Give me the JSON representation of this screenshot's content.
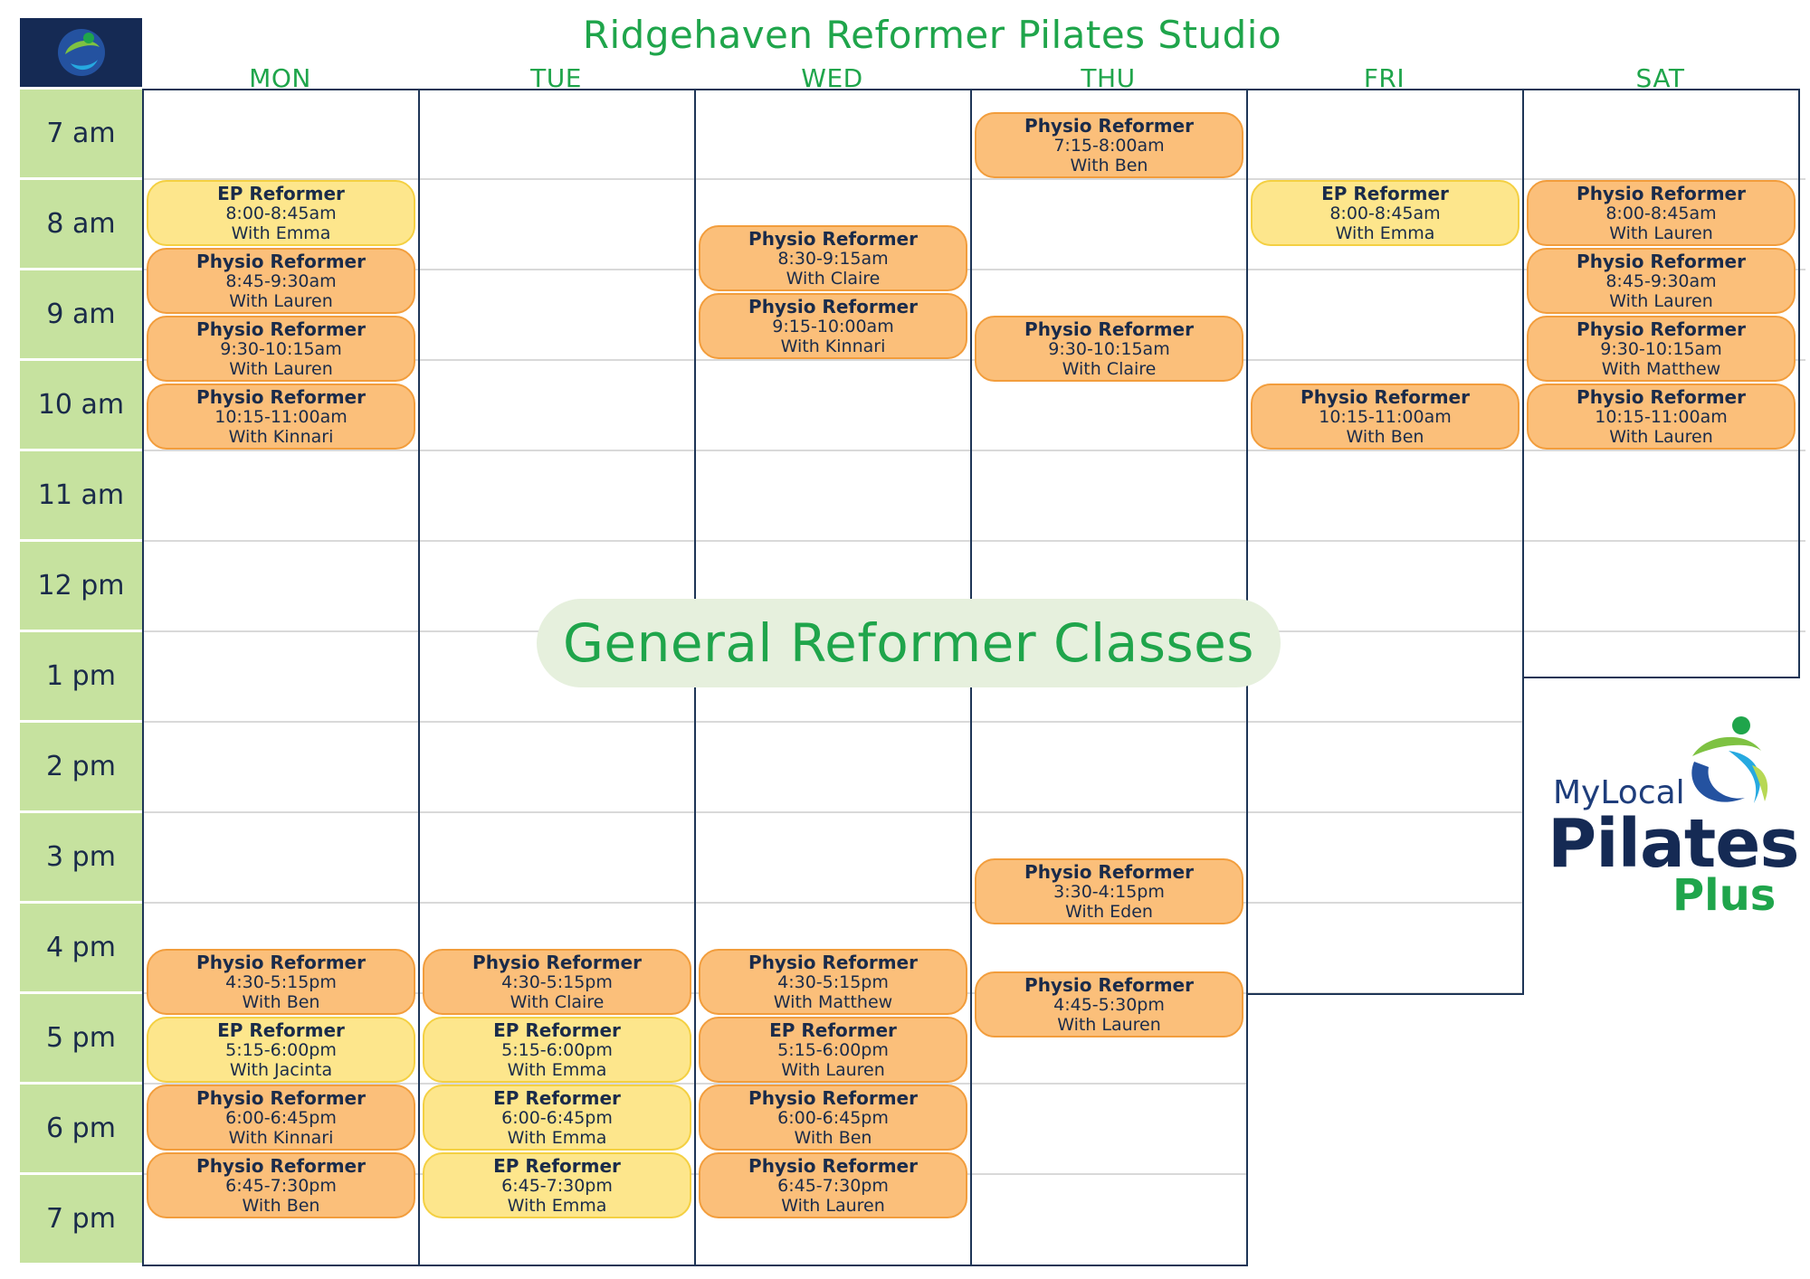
{
  "header": {
    "title": "Ridgehaven Reformer Pilates Studio",
    "logo_icon": "mylocal-pilates-figure-icon"
  },
  "days": [
    "MON",
    "TUE",
    "WED",
    "THU",
    "FRI",
    "SAT"
  ],
  "times": [
    "7 am",
    "8 am",
    "9 am",
    "10 am",
    "11 am",
    "12 pm",
    "1 pm",
    "2 pm",
    "3 pm",
    "4 pm",
    "5 pm",
    "6 pm",
    "7 pm"
  ],
  "banner": "General Reformer Classes",
  "brand": {
    "line1": "MyLocal",
    "line2": "Pilates",
    "line3": "Plus"
  },
  "colors": {
    "physio_fill": "#fbbf7a",
    "ep_fill": "#fde68c",
    "accent_green": "#1fa54b",
    "time_column": "#c6e29f",
    "navy": "#152a54"
  },
  "classes": [
    {
      "day": 0,
      "start": "8:00",
      "end": "8:45",
      "type": "ep",
      "name": "EP Reformer",
      "time": "8:00-8:45am",
      "instructor": "With Emma"
    },
    {
      "day": 0,
      "start": "8:45",
      "end": "9:30",
      "type": "physio",
      "name": "Physio Reformer",
      "time": "8:45-9:30am",
      "instructor": "With Lauren"
    },
    {
      "day": 0,
      "start": "9:30",
      "end": "10:15",
      "type": "physio",
      "name": "Physio Reformer",
      "time": "9:30-10:15am",
      "instructor": "With Lauren"
    },
    {
      "day": 0,
      "start": "10:15",
      "end": "11:00",
      "type": "physio",
      "name": "Physio Reformer",
      "time": "10:15-11:00am",
      "instructor": "With Kinnari"
    },
    {
      "day": 0,
      "start": "16:30",
      "end": "17:15",
      "type": "physio",
      "name": "Physio Reformer",
      "time": "4:30-5:15pm",
      "instructor": "With Ben"
    },
    {
      "day": 0,
      "start": "17:15",
      "end": "18:00",
      "type": "ep",
      "name": "EP Reformer",
      "time": "5:15-6:00pm",
      "instructor": "With Jacinta"
    },
    {
      "day": 0,
      "start": "18:00",
      "end": "18:45",
      "type": "physio",
      "name": "Physio Reformer",
      "time": "6:00-6:45pm",
      "instructor": "With Kinnari"
    },
    {
      "day": 0,
      "start": "18:45",
      "end": "19:30",
      "type": "physio",
      "name": "Physio Reformer",
      "time": "6:45-7:30pm",
      "instructor": "With Ben"
    },
    {
      "day": 1,
      "start": "16:30",
      "end": "17:15",
      "type": "physio",
      "name": "Physio Reformer",
      "time": "4:30-5:15pm",
      "instructor": "With Claire"
    },
    {
      "day": 1,
      "start": "17:15",
      "end": "18:00",
      "type": "ep",
      "name": "EP Reformer",
      "time": "5:15-6:00pm",
      "instructor": "With Emma"
    },
    {
      "day": 1,
      "start": "18:00",
      "end": "18:45",
      "type": "ep",
      "name": "EP Reformer",
      "time": "6:00-6:45pm",
      "instructor": "With Emma"
    },
    {
      "day": 1,
      "start": "18:45",
      "end": "19:30",
      "type": "ep",
      "name": "EP Reformer",
      "time": "6:45-7:30pm",
      "instructor": "With Emma"
    },
    {
      "day": 2,
      "start": "8:30",
      "end": "9:15",
      "type": "physio",
      "name": "Physio Reformer",
      "time": "8:30-9:15am",
      "instructor": "With Claire"
    },
    {
      "day": 2,
      "start": "9:15",
      "end": "10:00",
      "type": "physio",
      "name": "Physio Reformer",
      "time": "9:15-10:00am",
      "instructor": "With Kinnari"
    },
    {
      "day": 2,
      "start": "16:30",
      "end": "17:15",
      "type": "physio",
      "name": "Physio Reformer",
      "time": "4:30-5:15pm",
      "instructor": "With Matthew"
    },
    {
      "day": 2,
      "start": "17:15",
      "end": "18:00",
      "type": "physio",
      "name": "EP Reformer",
      "time": "5:15-6:00pm",
      "instructor": "With Lauren"
    },
    {
      "day": 2,
      "start": "18:00",
      "end": "18:45",
      "type": "physio",
      "name": "Physio Reformer",
      "time": "6:00-6:45pm",
      "instructor": "With Ben"
    },
    {
      "day": 2,
      "start": "18:45",
      "end": "19:30",
      "type": "physio",
      "name": "Physio Reformer",
      "time": "6:45-7:30pm",
      "instructor": "With Lauren"
    },
    {
      "day": 3,
      "start": "7:15",
      "end": "8:00",
      "type": "physio",
      "name": "Physio Reformer",
      "time": "7:15-8:00am",
      "instructor": "With Ben"
    },
    {
      "day": 3,
      "start": "9:30",
      "end": "10:15",
      "type": "physio",
      "name": "Physio Reformer",
      "time": "9:30-10:15am",
      "instructor": "With Claire"
    },
    {
      "day": 3,
      "start": "15:30",
      "end": "16:15",
      "type": "physio",
      "name": "Physio Reformer",
      "time": "3:30-4:15pm",
      "instructor": "With Eden"
    },
    {
      "day": 3,
      "start": "16:45",
      "end": "17:30",
      "type": "physio",
      "name": "Physio Reformer",
      "time": "4:45-5:30pm",
      "instructor": "With Lauren"
    },
    {
      "day": 4,
      "start": "8:00",
      "end": "8:45",
      "type": "ep",
      "name": "EP Reformer",
      "time": "8:00-8:45am",
      "instructor": "With Emma"
    },
    {
      "day": 4,
      "start": "10:15",
      "end": "11:00",
      "type": "physio",
      "name": "Physio Reformer",
      "time": "10:15-11:00am",
      "instructor": "With Ben"
    },
    {
      "day": 5,
      "start": "8:00",
      "end": "8:45",
      "type": "physio",
      "name": "Physio Reformer",
      "time": "8:00-8:45am",
      "instructor": "With Lauren"
    },
    {
      "day": 5,
      "start": "8:45",
      "end": "9:30",
      "type": "physio",
      "name": "Physio Reformer",
      "time": "8:45-9:30am",
      "instructor": "With Lauren"
    },
    {
      "day": 5,
      "start": "9:30",
      "end": "10:15",
      "type": "physio",
      "name": "Physio Reformer",
      "time": "9:30-10:15am",
      "instructor": "With Matthew"
    },
    {
      "day": 5,
      "start": "10:15",
      "end": "11:00",
      "type": "physio",
      "name": "Physio Reformer",
      "time": "10:15-11:00am",
      "instructor": "With Lauren"
    }
  ]
}
